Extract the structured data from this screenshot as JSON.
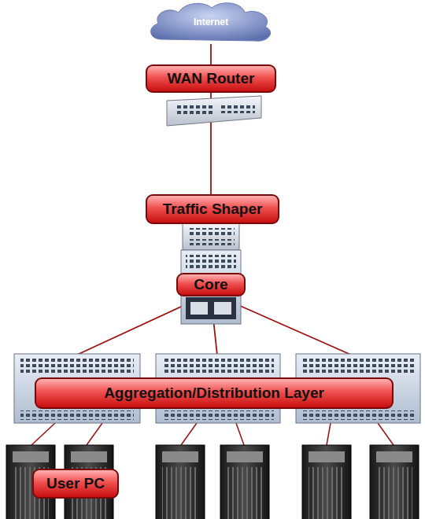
{
  "diagram": {
    "nodes": [
      {
        "text": [
          "Internet"
        ]
      },
      {
        "text": [
          "WAN Router"
        ]
      },
      {
        "text": [
          "Traffic Shaper"
        ]
      },
      {
        "text": [
          "Core"
        ]
      },
      {
        "text": [
          "Aggregation/Distribution Layer"
        ]
      },
      {
        "text": [
          "User PC"
        ]
      }
    ],
    "edges": [
      {
        "from": 0,
        "to": 1,
        "arrow": "none"
      },
      {
        "from": 1,
        "to": 2,
        "arrow": "none"
      },
      {
        "from": 2,
        "to": 3,
        "arrow": "none"
      },
      {
        "from": 3,
        "to": 4,
        "arrow": "none"
      },
      {
        "from": 3,
        "to": 4,
        "arrow": "none"
      },
      {
        "from": 3,
        "to": 4,
        "arrow": "none"
      }
    ]
  }
}
